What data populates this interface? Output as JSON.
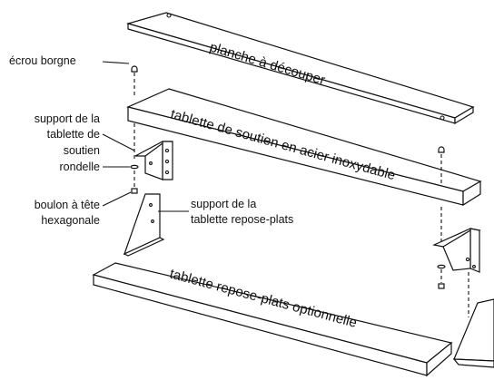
{
  "parts": {
    "cutting_board": "planche à découper",
    "support_shelf": "tablette de soutien en acier inoxydable",
    "optional_shelf": "tablette repose-plats optionnelle"
  },
  "callouts": {
    "cap_nut": "écrou borgne",
    "shelf_support": [
      "support de la",
      "tablette de",
      "soutien"
    ],
    "washer": "rondelle",
    "hex_bolt": [
      "boulon à tête",
      "hexagonale"
    ],
    "plate_shelf_support": [
      "support de la",
      "tablette repose-plats"
    ]
  }
}
